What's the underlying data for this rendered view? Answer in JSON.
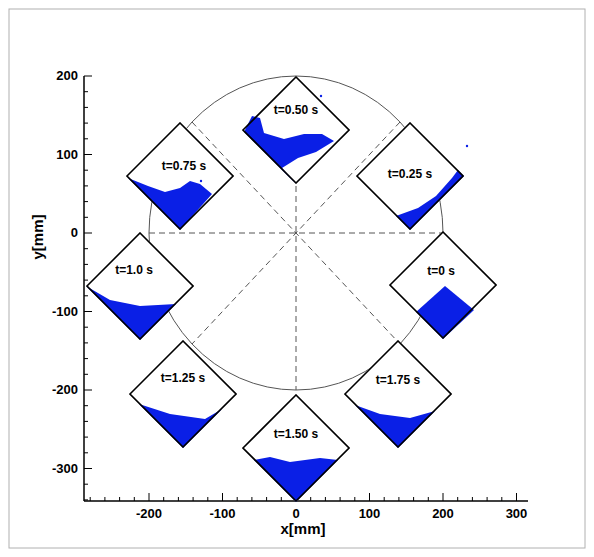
{
  "diagram": {
    "nodes": [
      {
        "text": [
          "t=0 s"
        ]
      },
      {
        "text": [
          "t=0.25 s"
        ]
      },
      {
        "text": [
          "t=0.50 s"
        ]
      },
      {
        "text": [
          "t=0.75 s"
        ]
      },
      {
        "text": [
          "t=1.0 s"
        ]
      },
      {
        "text": [
          "t=1.25 s"
        ]
      },
      {
        "text": [
          "t=1.50 s"
        ]
      },
      {
        "text": [
          "t=1.75 s"
        ]
      }
    ],
    "labels": [
      "200",
      "100",
      "0",
      "-100",
      "-200",
      "-300",
      "-200",
      "-100",
      "0",
      "100",
      "200",
      "300",
      "y[mm]",
      "x[mm]"
    ]
  }
}
